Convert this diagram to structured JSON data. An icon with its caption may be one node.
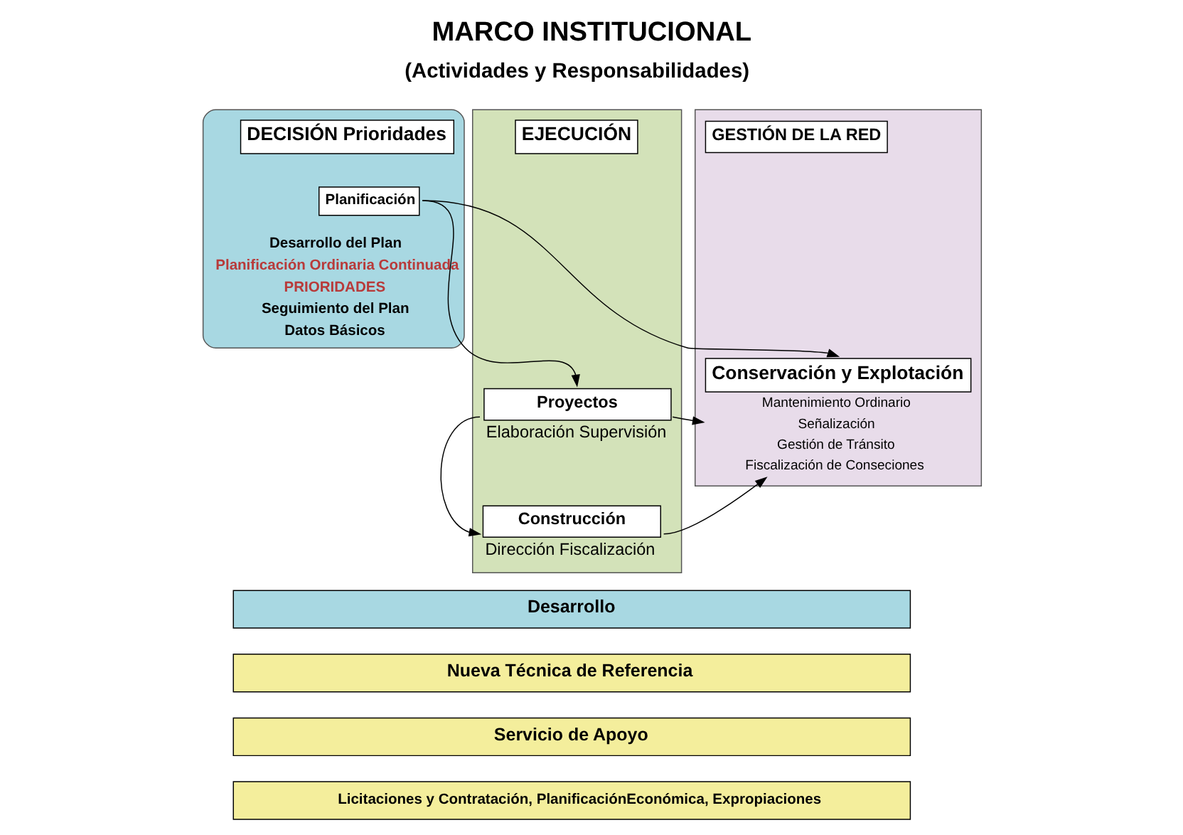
{
  "diagram": {
    "title": "MARCO INSTITUCIONAL",
    "nodes": [
      {
        "text": [
          "Desarrollo del Plan",
          "Planificación Ordinaria Continuada",
          "PRIORIDADES",
          "Seguimiento del Plan",
          "Datos Básicos"
        ]
      },
      {
        "text": [
          "DECISIÓN Prioridades"
        ],
        "in": 0
      },
      {
        "text": [
          "Planificación"
        ],
        "in": 0
      },
      {
        "text": [],
        "shape": "box"
      },
      {
        "text": [
          "EJECUCIÓN"
        ],
        "in": 3
      },
      {
        "text": [
          "Proyectos"
        ],
        "in": 3,
        "beside": [
          "Elaboración Supervisión"
        ]
      },
      {
        "text": [
          "Construcción"
        ],
        "in": 3,
        "beside": [
          "Dirección Fiscalización"
        ]
      },
      {
        "text": [],
        "shape": "box"
      },
      {
        "text": [
          "GESTIÓN DE LA RED"
        ],
        "in": 7
      },
      {
        "text": [
          "Conservación y Explotación"
        ],
        "in": 7,
        "beside": [
          "Mantenimiento Ordinario",
          "Señalización",
          "Gestión de Tránsito",
          "Fiscalización de Conseciones"
        ]
      },
      {
        "text": [
          "Desarrollo"
        ]
      },
      {
        "text": [
          "Nueva Técnica de Referencia"
        ]
      },
      {
        "text": [
          "Servicio de Apoyo"
        ]
      },
      {
        "text": [
          "Licitaciones y Contratación, PlanificaciónEconómica, Expropiaciones"
        ]
      }
    ],
    "edges": [
      {
        "from": 2,
        "to": 5,
        "arrow": "to"
      },
      {
        "from": 2,
        "to": 9,
        "arrow": "to"
      },
      {
        "from": 5,
        "to": 6,
        "arrow": "to"
      },
      {
        "from": 5,
        "to": 9,
        "arrow": "to"
      },
      {
        "from": 6,
        "to": 9,
        "arrow": "to"
      }
    ],
    "labels": [
      "(Actividades y Responsabilidades)"
    ]
  }
}
